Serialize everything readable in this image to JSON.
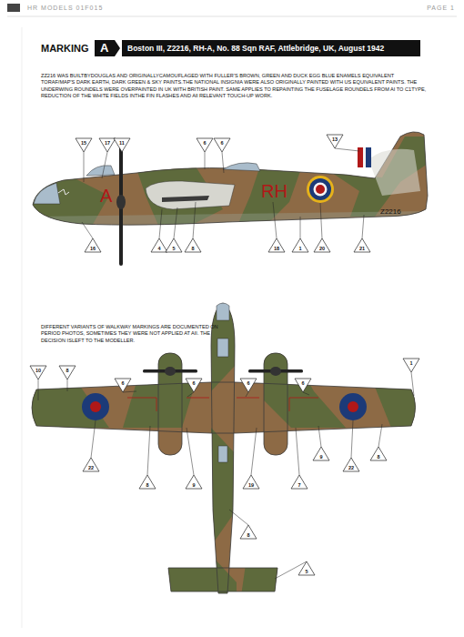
{
  "diagram": {
    "title": "Boston III, Z2216, RH-A, No. 88 Sqn RAF, Attlebridge, UK, August 1942",
    "labels": [
      "HR MODELS 01F015",
      "PAGE 1",
      "MARKING",
      "A",
      "ZZ216 WAS BUILTBYDOUGLAS AND ORIGINALLYCAMOUFLAGED WITH FULLER'S BROWN, GREEN AND DUCK EGG BLUE ENAMELS EQUIVALENT TORAF/MAP'S DARK EARTH, DARK GREEN & SKY PAINTS.THE NATIONAL INSIGNIA WERE ALSO ORIGINALLY PAINTED WITH US EQUIVALENT PAINTS. THE UNDERWING ROUNDELS WERE OVERPAINTED IN UK WITH BRITISH PAINT. SAME APPLIES TO REPAINTING THE FUSELAGE ROUNDELS FROM AI TO C1TYPE, REDUCTION OF THE WHITE FIELDS INTHE FIN FLASHES AND All RELEVANT TOUCH-UP WORK.",
      "A",
      "RH",
      "Z2216",
      "DIFFERENT VARIANTS OF WALKWAY MARKINGS ARE DOCUMENTED ON PERIOD PHOTOS, SOMETIMES THEY WERE NOT APPLIED AT AII. THE DECISION ISLEFT TO THE MODELLER.",
      "15",
      "17",
      "11",
      "6",
      "6",
      "13",
      "16",
      "4",
      "5",
      "8",
      "18",
      "1",
      "20",
      "21",
      "10",
      "8",
      "6",
      "6",
      "6",
      "6",
      "1",
      "22",
      "8",
      "9",
      "19",
      "7",
      "9",
      "22",
      "8",
      "8",
      "5"
    ]
  }
}
